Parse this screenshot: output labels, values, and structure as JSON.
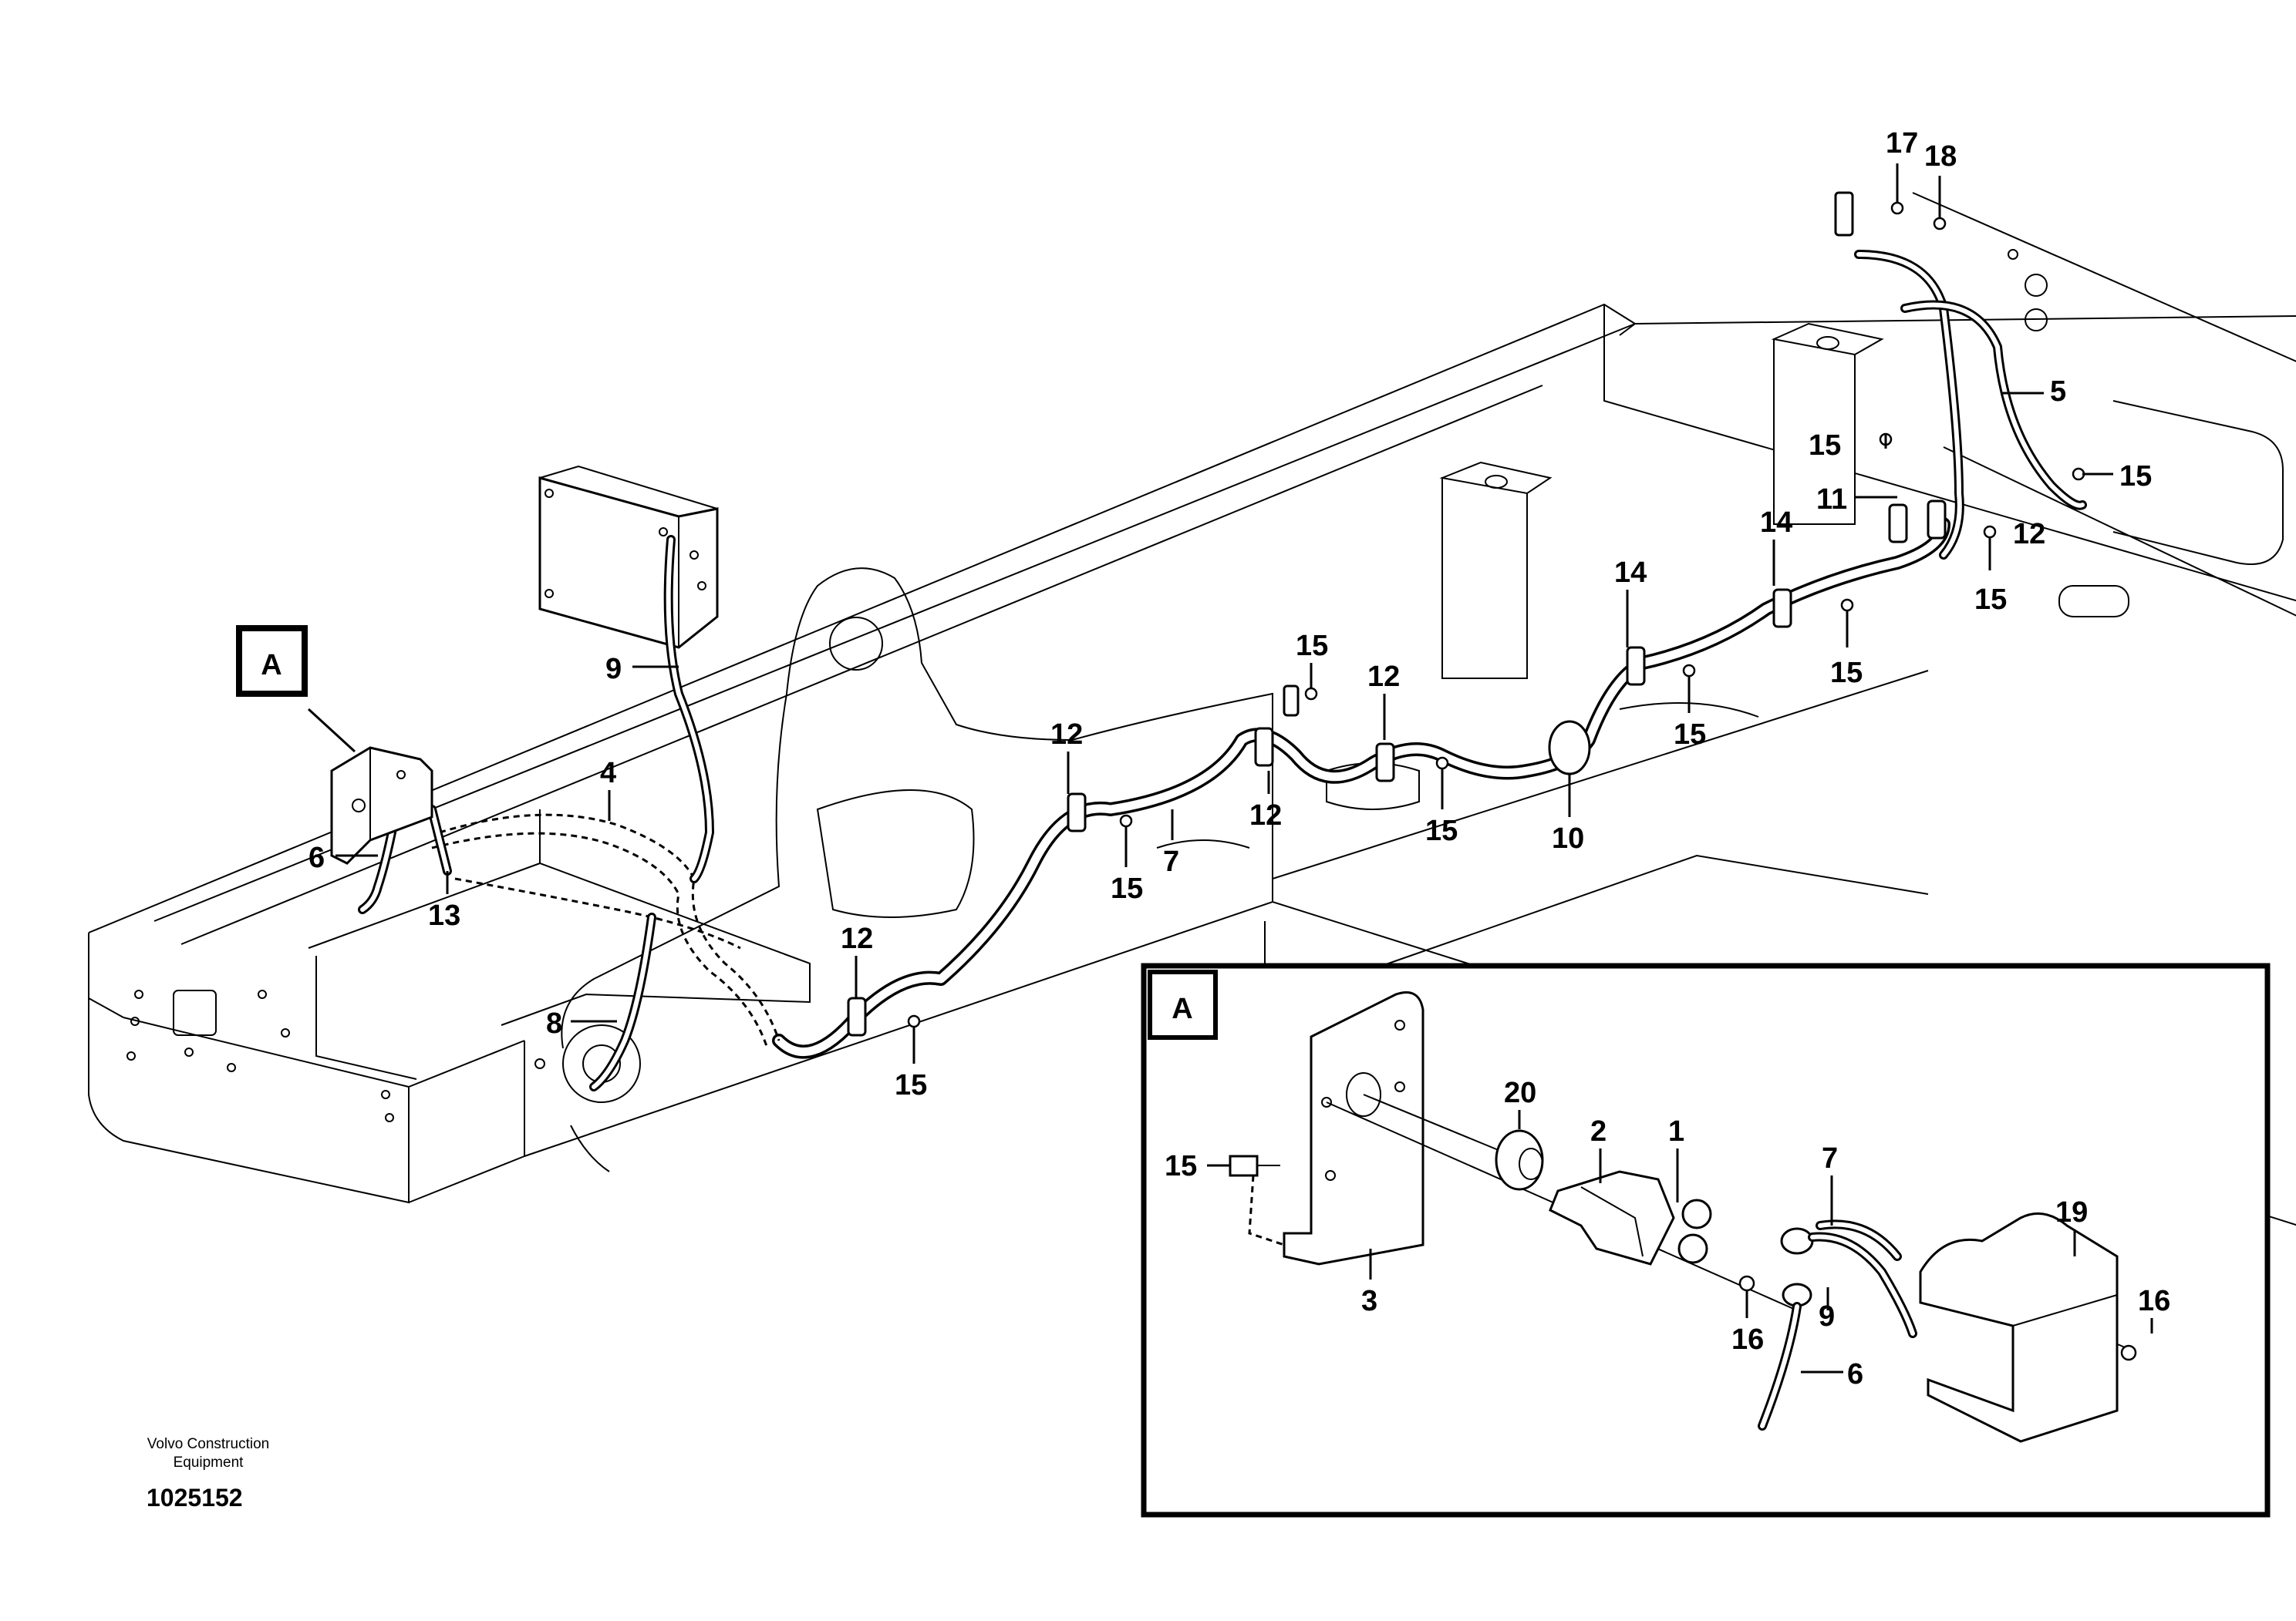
{
  "caption": {
    "company": "Volvo Construction Equipment",
    "drawing_number": "1025152"
  },
  "detail_label": "A",
  "callouts": [
    {
      "id": "c17",
      "text": "17"
    },
    {
      "id": "c18",
      "text": "18"
    },
    {
      "id": "c5",
      "text": "5"
    },
    {
      "id": "c15a",
      "text": "15"
    },
    {
      "id": "c15b",
      "text": "15"
    },
    {
      "id": "c11",
      "text": "11"
    },
    {
      "id": "c12a",
      "text": "12"
    },
    {
      "id": "c15c",
      "text": "15"
    },
    {
      "id": "c14a",
      "text": "14"
    },
    {
      "id": "c14b",
      "text": "14"
    },
    {
      "id": "c15d",
      "text": "15"
    },
    {
      "id": "c15e",
      "text": "15"
    },
    {
      "id": "c15f",
      "text": "15"
    },
    {
      "id": "c12b",
      "text": "12"
    },
    {
      "id": "c12c",
      "text": "12"
    },
    {
      "id": "c12d",
      "text": "12"
    },
    {
      "id": "c15g",
      "text": "15"
    },
    {
      "id": "c10",
      "text": "10"
    },
    {
      "id": "c7",
      "text": "7"
    },
    {
      "id": "c15h",
      "text": "15"
    },
    {
      "id": "c9",
      "text": "9"
    },
    {
      "id": "c4",
      "text": "4"
    },
    {
      "id": "c6",
      "text": "6"
    },
    {
      "id": "c13",
      "text": "13"
    },
    {
      "id": "c8",
      "text": "8"
    },
    {
      "id": "c12e",
      "text": "12"
    },
    {
      "id": "c15i",
      "text": "15"
    },
    {
      "id": "d20",
      "text": "20"
    },
    {
      "id": "d2",
      "text": "2"
    },
    {
      "id": "d1",
      "text": "1"
    },
    {
      "id": "d15",
      "text": "15"
    },
    {
      "id": "d7",
      "text": "7"
    },
    {
      "id": "d19",
      "text": "19"
    },
    {
      "id": "d3",
      "text": "3"
    },
    {
      "id": "d16a",
      "text": "16"
    },
    {
      "id": "d9",
      "text": "9"
    },
    {
      "id": "d16b",
      "text": "16"
    },
    {
      "id": "d6",
      "text": "6"
    }
  ]
}
